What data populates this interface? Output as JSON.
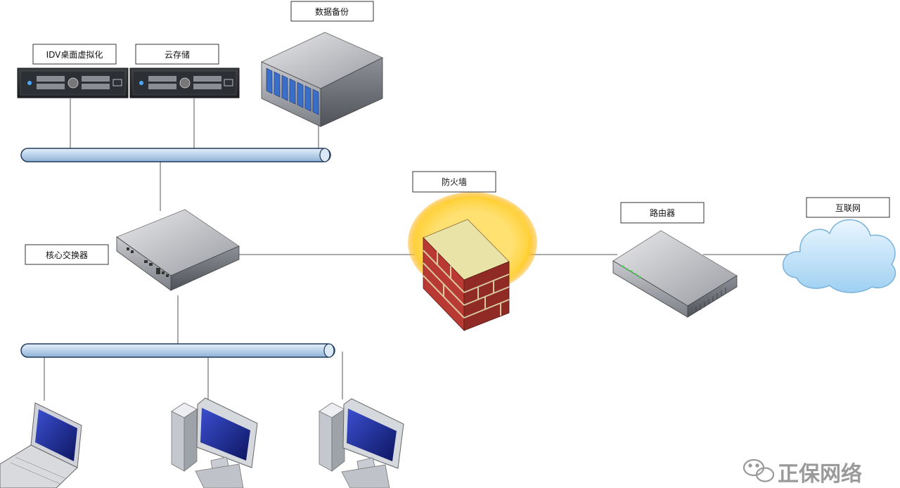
{
  "labels": {
    "idv": "IDV桌面虚拟化",
    "cloud_storage": "云存储",
    "backup": "数据备份",
    "core_switch": "核心交换器",
    "firewall": "防火墙",
    "router": "路由器",
    "internet": "互联网"
  },
  "watermark": {
    "text": "正保网络",
    "icon": "wechat-icon"
  },
  "icons": [
    "rack-server-icon",
    "storage-server-icon",
    "switch-icon",
    "firewall-icon",
    "router-icon",
    "cloud-icon",
    "laptop-icon",
    "desktop-computer-icon"
  ],
  "colors": {
    "bus_fill": "#c8dcf0",
    "bus_stroke": "#1f3a5c",
    "link": "#555555",
    "screen": "#1a2a8c",
    "cloud": "#bfe1f7"
  }
}
